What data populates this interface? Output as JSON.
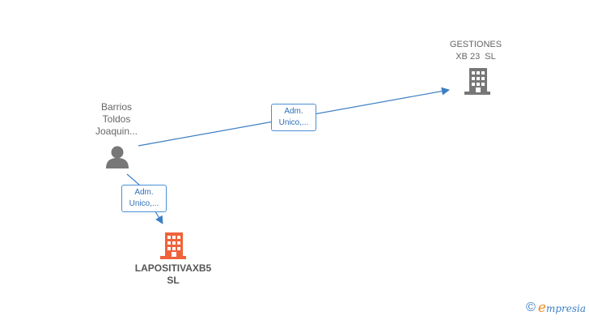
{
  "nodes": {
    "person": {
      "type": "person",
      "label_lines": [
        "Barrios",
        "Toldos",
        "Joaquin..."
      ],
      "color": "#777777"
    },
    "company_top": {
      "type": "company",
      "label_lines": [
        "GESTIONES",
        "XB 23  SL"
      ],
      "color": "#777777"
    },
    "company_main": {
      "type": "company",
      "label_lines": [
        "LAPOSITIVAXB5",
        "SL"
      ],
      "color": "#f0623a"
    }
  },
  "edges": [
    {
      "from": "person",
      "to": "company_top",
      "label_lines": [
        "Adm.",
        "Unico,..."
      ]
    },
    {
      "from": "person",
      "to": "company_main",
      "label_lines": [
        "Adm.",
        "Unico,..."
      ]
    }
  ],
  "colors": {
    "edge": "#3b7fc4",
    "edge_label_border": "#4a8fd6",
    "edge_label_text": "#2f6fb8",
    "brand_e": "#f08a24"
  },
  "watermark": {
    "copyright_symbol": "©",
    "brand_initial": "e",
    "brand_rest": "mpresia"
  }
}
